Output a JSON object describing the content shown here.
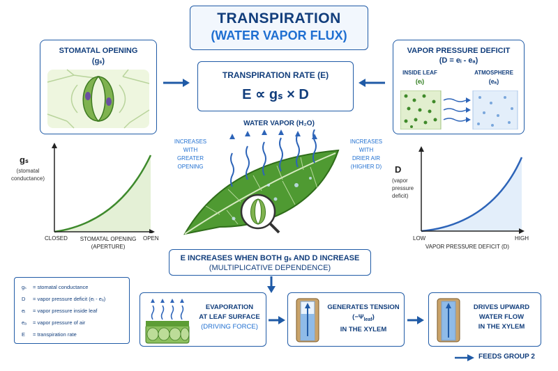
{
  "title": {
    "line1": "TRANSPIRATION",
    "line2": "(WATER VAPOR FLUX)"
  },
  "stomatal_box": {
    "title": "STOMATAL OPENING",
    "symbol": "(gₛ)"
  },
  "rate_box": {
    "title": "TRANSPIRATION RATE (E)",
    "formula": "E ∝ gₛ × D"
  },
  "vpd_box": {
    "title": "VAPOR PRESSURE DEFICIT",
    "formula": "(D = eᵢ - eₐ)",
    "inside_label": "INSIDE LEAF",
    "inside_sym": "(eᵢ)",
    "atm_label": "ATMOSPHERE",
    "atm_sym": "(eₐ)"
  },
  "leaf": {
    "vapor_label": "WATER VAPOR (H₂O)",
    "left_note": [
      "INCREASES",
      "WITH",
      "GREATER",
      "OPENING"
    ],
    "right_note": [
      "INCREASES",
      "WITH",
      "DRIER AIR",
      "(HIGHER D)"
    ]
  },
  "left_chart": {
    "ylabel_main": "gₛ",
    "ylabel_sub": [
      "(stomatal",
      "conductance)"
    ],
    "x_left": "CLOSED",
    "x_mid": [
      "STOMATAL OPENING",
      "(APERTURE)"
    ],
    "x_right": "OPEN"
  },
  "right_chart": {
    "ylabel_main": "D",
    "ylabel_sub": [
      "(vapor",
      "pressure",
      "deficit)"
    ],
    "x_left": "LOW",
    "x_mid": "VAPOR PRESSURE DEFICIT (D)",
    "x_right": "HIGH"
  },
  "summary": {
    "line1": "E INCREASES WHEN BOTH  gₛ  AND D INCREASE",
    "line2": "(MULTIPLICATIVE DEPENDENCE)"
  },
  "legend": [
    {
      "sym": "gₛ",
      "desc": "=  stomatal conductance"
    },
    {
      "sym": "D",
      "desc": "=  vapor pressure deficit (eᵢ - eₐ)"
    },
    {
      "sym": "eᵢ",
      "desc": "=  vapor pressure inside leaf"
    },
    {
      "sym": "eₐ",
      "desc": "=  vapor pressure of air"
    },
    {
      "sym": "E",
      "desc": "=  transpiration rate"
    }
  ],
  "flow": [
    {
      "lines": [
        "EVAPORATION",
        "AT LEAF SURFACE"
      ],
      "sub": "(DRIVING FORCE)"
    },
    {
      "lines": [
        "GENERATES TENSION",
        "(−Ψ"
      ],
      "sub_leaf": "leaf",
      "close": ")",
      "last": "IN THE XYLEM"
    },
    {
      "lines": [
        "DRIVES UPWARD",
        "WATER FLOW",
        "IN THE XYLEM"
      ]
    }
  ],
  "feeds": "FEEDS GROUP 2",
  "colors": {
    "navy": "#123e7c",
    "blue": "#1f6fd1",
    "green": "#2f7d1e",
    "curve": "#3e8a2c",
    "curve_blue": "#2d64b8"
  }
}
